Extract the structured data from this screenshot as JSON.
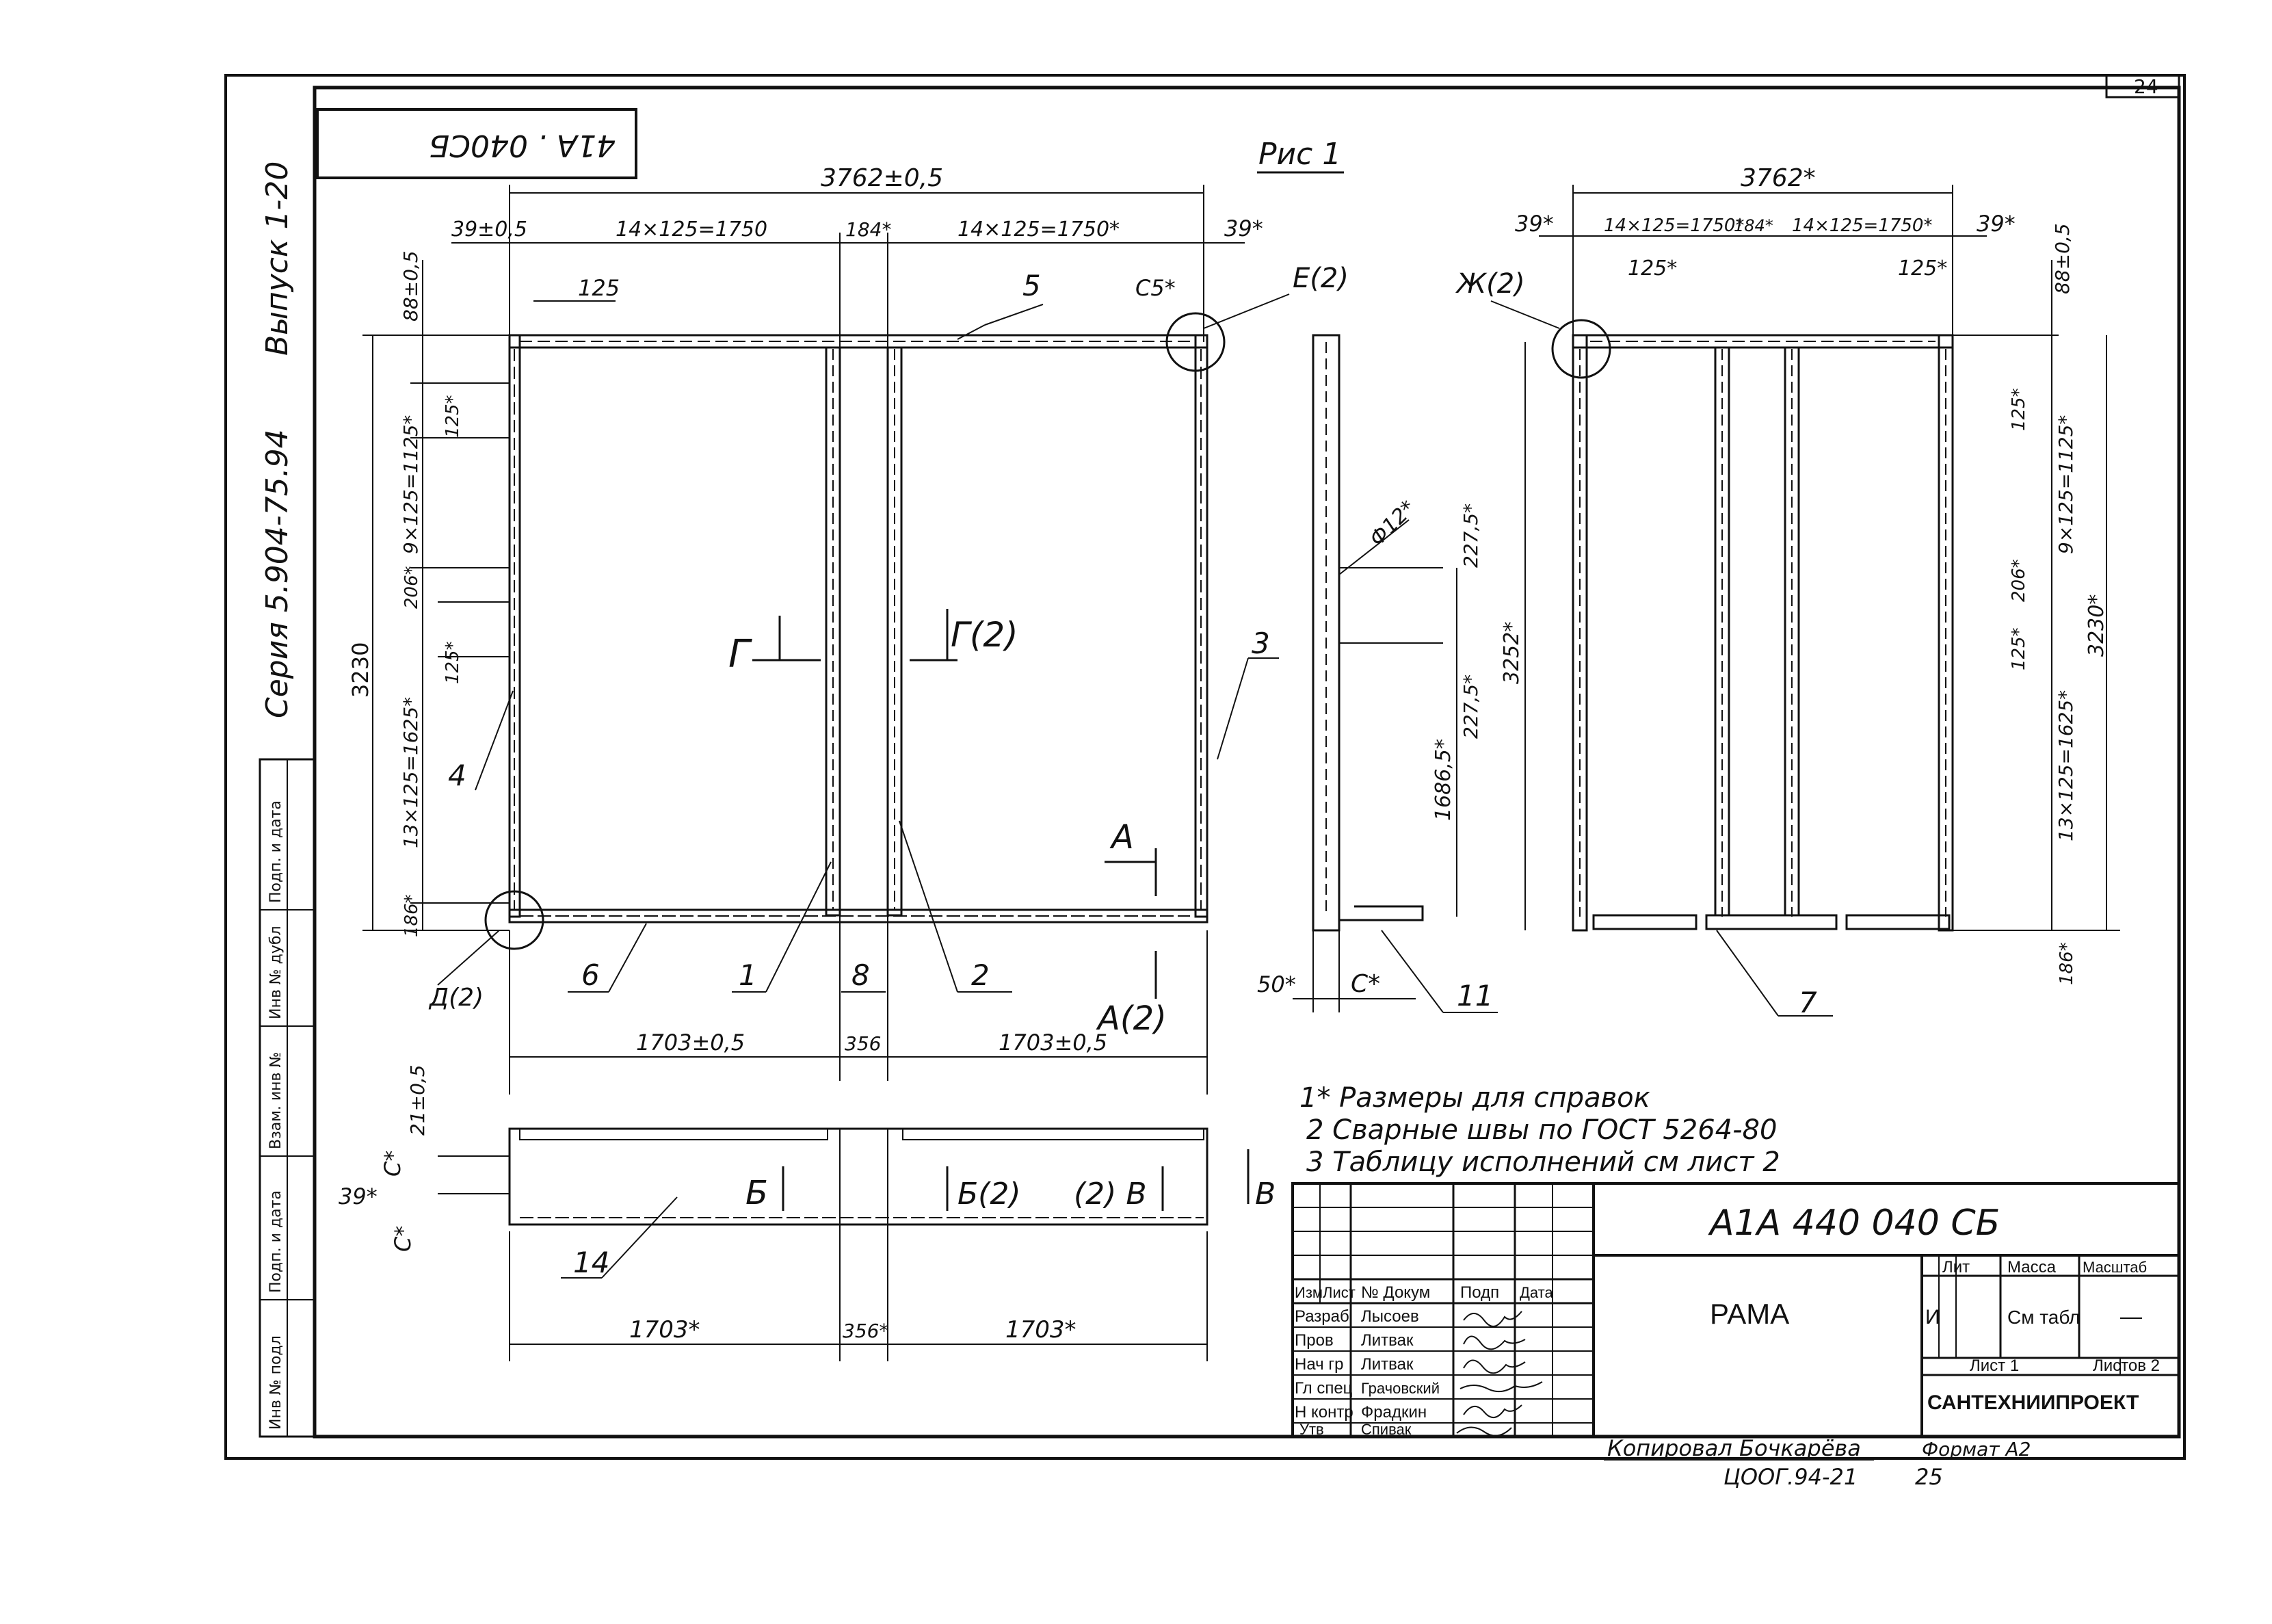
{
  "sheet": {
    "sheet_number": "24",
    "doc_stamp_rotated": "41A . 040СБ",
    "series": "Серия 5.904-75.94",
    "issue": "Выпуск 1-20",
    "figure": "Рис 1",
    "left_strip": [
      "Инв № подл",
      "Подп. и дата",
      "Взам. инв №",
      "Инв № дубл",
      "Подп. и дата"
    ]
  },
  "front_view": {
    "overall_width": "3762±0,5",
    "dim_left": "39±0,5",
    "dim_span_left": "14×125=1750",
    "dim_center": "184*",
    "dim_span_right": "14×125=1750*",
    "dim_right": "39*",
    "dim_125": "125",
    "dim_c5": "С5*",
    "callout_e": "Е(2)",
    "dim_88": "88±0,5",
    "dim_125v": "125*",
    "dim_9x125": "9×125=1125*",
    "dim_206": "206*",
    "dim_125v2": "125*",
    "dim_13x125": "13×125=1625*",
    "dim_186": "186*",
    "height": "3230",
    "callout_d": "Д(2)",
    "section_g_left": "Г",
    "section_g_right": "Г(2)",
    "section_a_top": "А",
    "section_a_bottom": "А(2)",
    "pos": [
      "5",
      "4",
      "3",
      "6",
      "1",
      "8",
      "2"
    ],
    "dim_bottom_left": "1703±0,5",
    "dim_bottom_center": "356",
    "dim_bottom_right": "1703±0,5"
  },
  "side_view": {
    "dim_phi": "Ф12*",
    "dim_2275a": "227,5*",
    "dim_2275b": "227,5*",
    "dim_3252": "3252*",
    "dim_1686": "1686,5*",
    "dim_50": "50*",
    "dim_c": "С*",
    "pos": "11"
  },
  "right_view": {
    "overall_width": "3762*",
    "dim_left": "39*",
    "dim_span_left": "14×125=1750*",
    "dim_center": "184*",
    "dim_span_right": "14×125=1750*",
    "dim_right": "39*",
    "dim_125l": "125*",
    "dim_125r": "125*",
    "callout_zh": "Ж(2)",
    "dim_88": "88±0,5",
    "dim_125v": "125*",
    "dim_9x125": "9×125=1125*",
    "dim_206": "206*",
    "dim_3230": "3230*",
    "dim_125v2": "125*",
    "dim_13x125": "13×125=1625*",
    "dim_186": "186*",
    "pos": "7"
  },
  "plan_view": {
    "dim_21": "21±0,5",
    "dim_c": "С*",
    "dim_39": "39*",
    "dim_c2": "С*",
    "section_b_left": "Б",
    "section_b_right": "Б(2)",
    "section_v_left": "(2) В",
    "section_v_right": "В",
    "pos": "14",
    "dim_bottom_left": "1703*",
    "dim_bottom_center": "356*",
    "dim_bottom_right": "1703*"
  },
  "notes": [
    "1* Размеры для справок",
    "2 Сварные швы по ГОСТ 5264-80",
    "3 Таблицу исполнений см лист 2"
  ],
  "title_block": {
    "designation": "А1А 440 040 СБ",
    "name": "РАМА",
    "head_labels": [
      "Изм",
      "Лист",
      "№ Докум",
      "Подп",
      "Дата"
    ],
    "rows": [
      {
        "role": "Разраб",
        "name": "Лысоев"
      },
      {
        "role": "Пров",
        "name": "Литвак"
      },
      {
        "role": "Нач гр",
        "name": "Литвак"
      },
      {
        "role": "Гл спец",
        "name": "Грачовский"
      },
      {
        "role": "Н контр",
        "name": "Фрадкин"
      },
      {
        "role": "Утв",
        "name": "Спивак"
      }
    ],
    "lit_label": "Лит",
    "mass_label": "Масса",
    "scale_label": "Масштаб",
    "lit_value": "И",
    "mass_value": "См табл",
    "scale_value": "—",
    "sheet_label": "Лист 1",
    "sheets_label": "Листов 2",
    "org": "САНТЕХНИИПРОЕКТ"
  },
  "footer": {
    "copied": "Копировал Бочкарёва",
    "format": "Формат А2",
    "code": "ЦООГ.94-21",
    "page": "25"
  }
}
